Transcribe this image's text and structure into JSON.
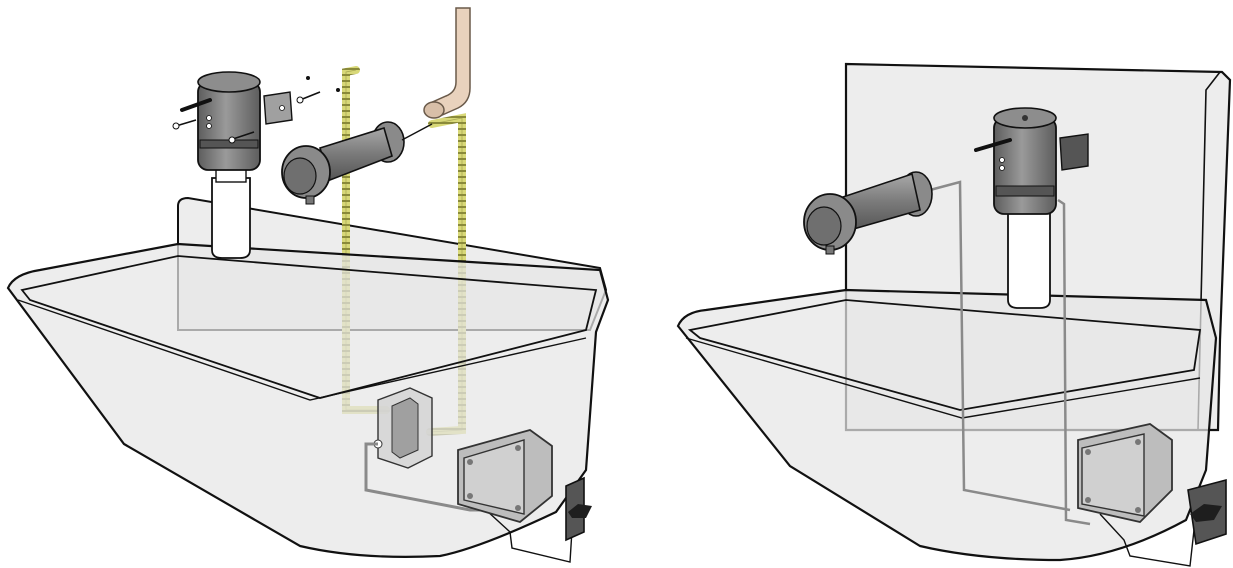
{
  "views": [
    {
      "label": "exploded-installation-view"
    },
    {
      "label": "assembled-installation-view"
    }
  ],
  "colors": {
    "background": "#ffffff",
    "outline": "#111111",
    "trough_fill": "#e6e6e6",
    "trough_fill_alpha": 0.72,
    "metal_dark": "#6f6f6f",
    "metal_mid": "#8c8c8c",
    "metal_light": "#b9b9b9",
    "bottle": "#ffffff",
    "hose_yellow": "#d8d878",
    "hose_stripe": "#8a8a3a",
    "supply_pipe": "#e9d2bd",
    "junction_box": "#bdbdbd",
    "wiring": "#9a9a9a",
    "sensor_plate": "#555555",
    "sensor_eye": "#1e1e1e"
  },
  "icons": [
    "soap-dispenser-icon",
    "tap-spout-icon",
    "junction-box-icon",
    "sensor-icon",
    "flexible-hose-icon",
    "screw-icon"
  ]
}
